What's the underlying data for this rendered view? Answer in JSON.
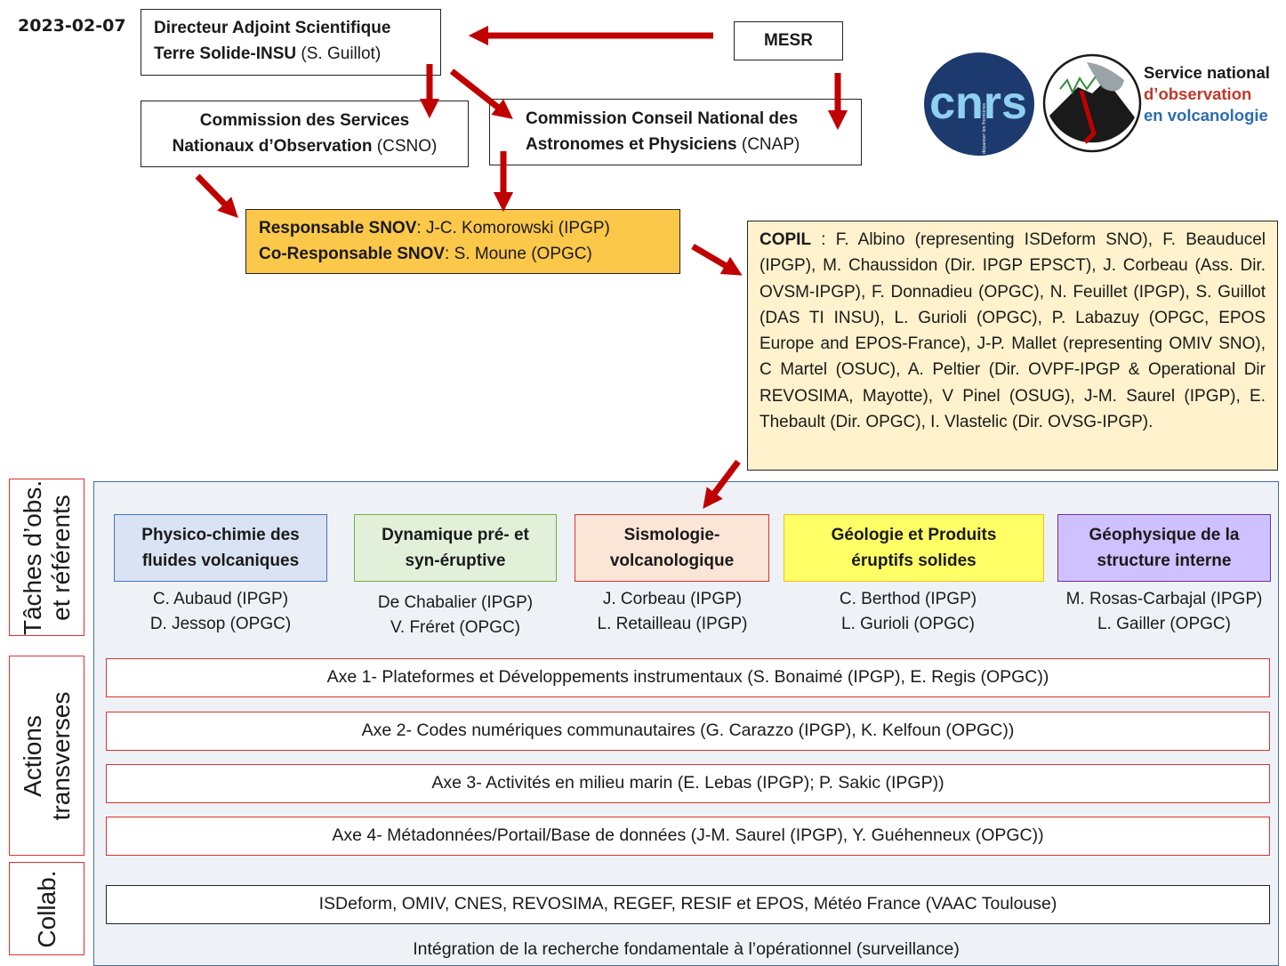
{
  "date": "2023-02-07",
  "top": {
    "directeur": {
      "line1": "Directeur Adjoint Scientifique",
      "line2_bold": "Terre Solide-INSU",
      "line2_rest": " (S. Guillot)"
    },
    "mesr": "MESR",
    "csno": {
      "line1": "Commission des Services",
      "line2_bold": "Nationaux d’Observation",
      "line2_rest": " (CSNO)"
    },
    "cnap": {
      "line1": "Commission Conseil National des",
      "line2_bold": "Astronomes et Physiciens",
      "line2_rest": " (CNAP)"
    },
    "responsable": {
      "label1": "Responsable SNOV",
      "value1": ": J-C. Komorowski (IPGP)",
      "label2": "Co-Responsable SNOV",
      "value2": ": S. Moune (OPGC)"
    }
  },
  "copil": {
    "label": "COPIL",
    "text": " : F. Albino (representing ISDeform SNO), F. Beauducel (IPGP), M. Chaussidon (Dir. IPGP EPSCT), J. Corbeau (Ass. Dir. OVSM-IPGP), F. Donnadieu (OPGC), N. Feuillet (IPGP), S. Guillot (DAS TI INSU), L. Gurioli (OPGC), P. Labazuy (OPGC, EPOS Europe and EPOS-France), J-P. Mallet (representing OMIV SNO), C Martel (OSUC), A. Peltier (Dir. OVPF-IPGP & Operational Dir REVOSIMA, Mayotte), V Pinel (OSUG), J-M. Saurel (IPGP), E. Thebault (Dir. OPGC), I. Vlastelic (Dir. OVSG-IPGP)."
  },
  "logo": {
    "cnrs": "cnrs",
    "cnrs_tagline": "dépasser les frontières",
    "service_line1": "Service national",
    "service_line2": "d’observation",
    "service_line3": "en volcanologie",
    "colors": {
      "line1": "#1a1a1a",
      "line2": "#c0392b",
      "line3": "#2b6cb0",
      "cnrs_bg": "#1d3a6e",
      "cnrs_text": "#8fd0f0"
    }
  },
  "side_labels": {
    "taches": [
      "Tâches d’obs.",
      "et référents"
    ],
    "actions": [
      "Actions",
      "transverses"
    ],
    "collab": [
      "Collab."
    ]
  },
  "tasks": [
    {
      "title": [
        "Physico-chimie des",
        "fluides volcaniques"
      ],
      "refs": [
        "C. Aubaud (IPGP)",
        "D. Jessop (OPGC)"
      ],
      "bg": "#dae3f3",
      "border": "#4472c4"
    },
    {
      "title": [
        "Dynamique pré- et",
        "syn-éruptive"
      ],
      "refs": [
        "De Chabalier (IPGP)",
        "V. Fréret (OPGC)"
      ],
      "bg": "#e2f0d9",
      "border": "#70ad47"
    },
    {
      "title": [
        "Sismologie-",
        "volcanologique"
      ],
      "refs": [
        "J. Corbeau (IPGP)",
        "L. Retailleau (IPGP)"
      ],
      "bg": "#fbe5d6",
      "border": "#e03030"
    },
    {
      "title": [
        "Géologie et Produits",
        "éruptifs solides"
      ],
      "refs": [
        "C. Berthod (IPGP)",
        "L. Gurioli (OPGC)"
      ],
      "bg": "#ffff66",
      "border": "#f0c020"
    },
    {
      "title": [
        "Géophysique de la",
        "structure interne"
      ],
      "refs": [
        "M. Rosas-Carbajal (IPGP)",
        "L. Gailler (OPGC)"
      ],
      "bg": "#cfc0ff",
      "border": "#7030a0"
    }
  ],
  "axes": [
    "Axe 1- Plateformes et Développements instrumentaux (S. Bonaimé (IPGP), E. Regis (OPGC))",
    "Axe 2- Codes numériques communautaires (G. Carazzo (IPGP), K. Kelfoun (OPGC))",
    "Axe 3- Activités en milieu marin (E. Lebas (IPGP); P. Sakic (IPGP))",
    "Axe 4- Métadonnées/Portail/Base de données (J-M. Saurel (IPGP), Y. Guéhenneux (OPGC))"
  ],
  "collab": "ISDeform, OMIV, CNES, REVOSIMA, REGEF, RESIF et EPOS, Météo France (VAAC Toulouse)",
  "integration": "Intégration de la recherche fondamentale à l’opérationnel (surveillance)",
  "arrow_color": "#c00000"
}
